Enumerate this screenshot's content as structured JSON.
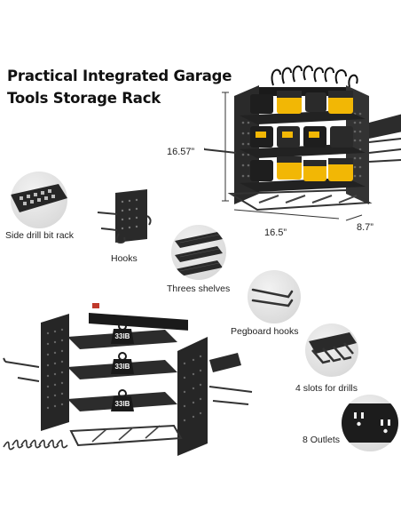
{
  "title": {
    "line1": "Practical Integrated Garage",
    "line2": "Tools Storage Rack"
  },
  "dimensions": {
    "height": "16.57”",
    "width": "16.5”",
    "depth": "8.7”"
  },
  "features": {
    "drill_bit_rack": "Side drill bit rack",
    "hooks": "Hooks",
    "shelves": "Threes shelves",
    "pegboard_hooks": "Pegboard hooks",
    "drill_slots": "4 slots for drills",
    "outlets": "8 Outlets"
  },
  "shelf_loads": [
    "33lB",
    "33lB",
    "33lB"
  ],
  "colors": {
    "rack": "#2b2b2b",
    "battery": "#f2b705",
    "bubble": "#dedede"
  }
}
